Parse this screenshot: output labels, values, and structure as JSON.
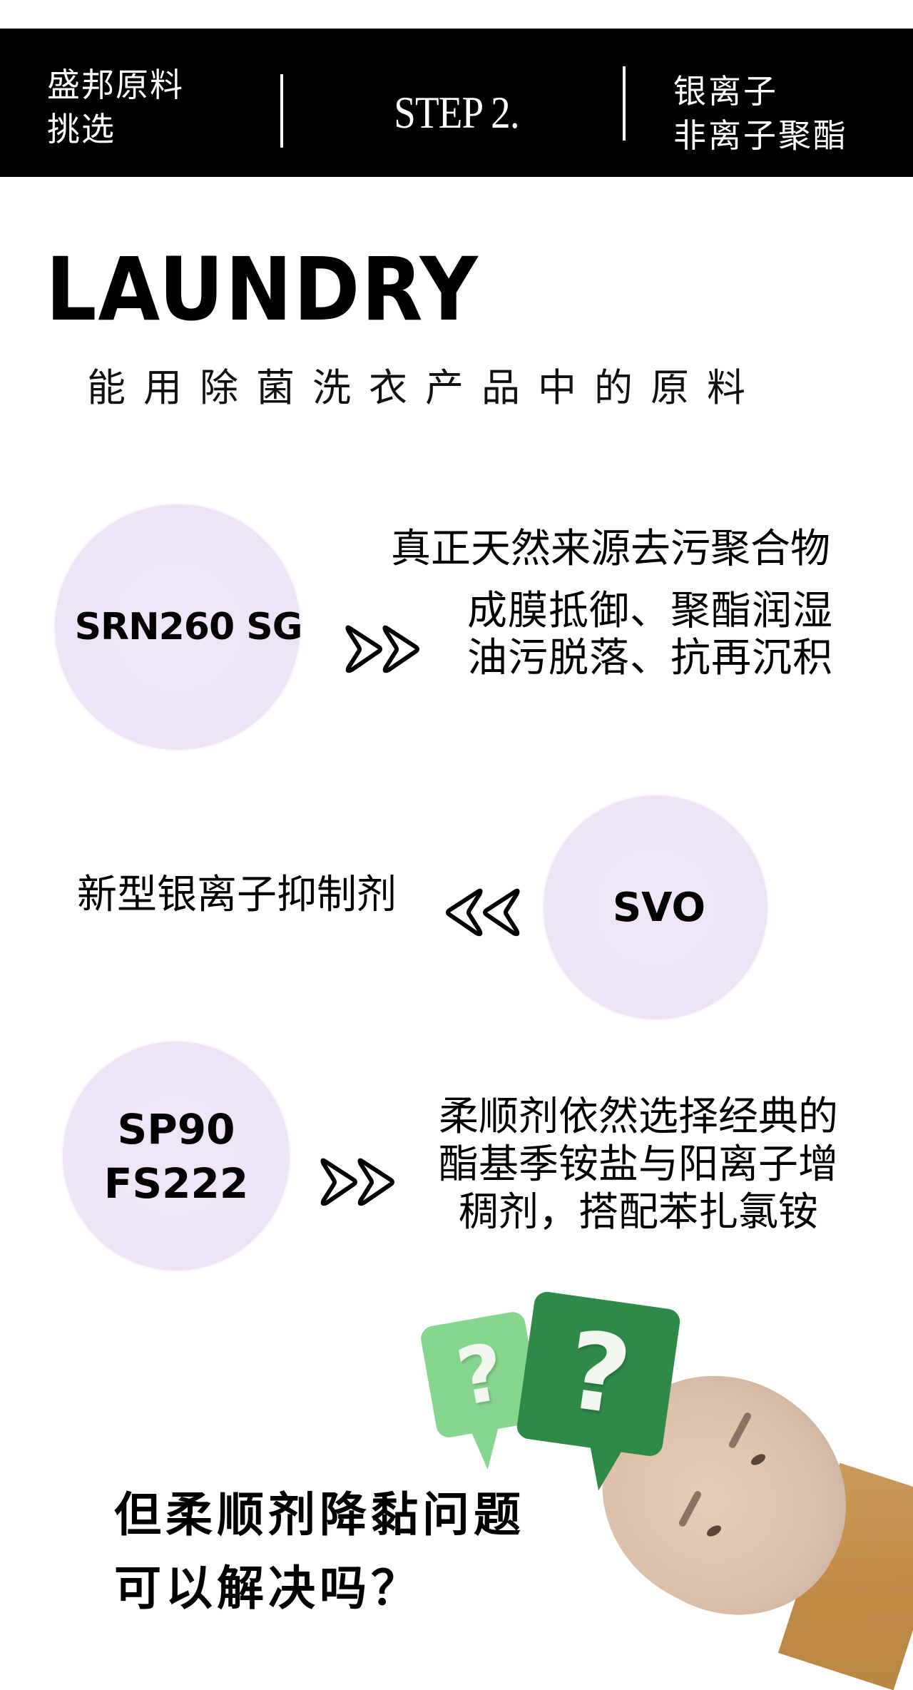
{
  "header": {
    "left_lines": [
      "盛邦原料",
      "挑选"
    ],
    "center": "STEP 2.",
    "right_lines": [
      "银离子",
      "非离子聚酯"
    ],
    "background": "#000000",
    "text_color": "#ffffff"
  },
  "title": "LAUNDRY",
  "subtitle": "能用除菌洗衣产品中的原料",
  "items": [
    {
      "circle_label": "SRN260 SG",
      "arrow": "double-chevron-right",
      "heading": "真正天然来源去污聚合物",
      "lines": [
        "成膜抵御、聚酯润湿",
        "油污脱落、抗再沉积"
      ]
    },
    {
      "circle_label": "SVO",
      "arrow": "double-chevron-left",
      "lines": [
        "新型银离子抑制剂"
      ]
    },
    {
      "circle_label_lines": [
        "SP90",
        "FS222"
      ],
      "arrow": "double-chevron-right",
      "lines": [
        "柔顺剂依然选择经典的",
        "酯基季铵盐与阳离子增",
        "稠剂，搭配苯扎氯铵"
      ]
    }
  ],
  "question": {
    "lines": [
      "但柔顺剂降黏问题",
      "可以解决吗？"
    ]
  },
  "bubbles": [
    {
      "glyph": "?",
      "color": "#86d68e"
    },
    {
      "glyph": "?",
      "color": "#2f8a4a"
    }
  ],
  "colors": {
    "circle_fill": "#ede4f6",
    "circle_rim_outer": "#c890e6",
    "circle_rim_inner": "#d4f2ea"
  }
}
